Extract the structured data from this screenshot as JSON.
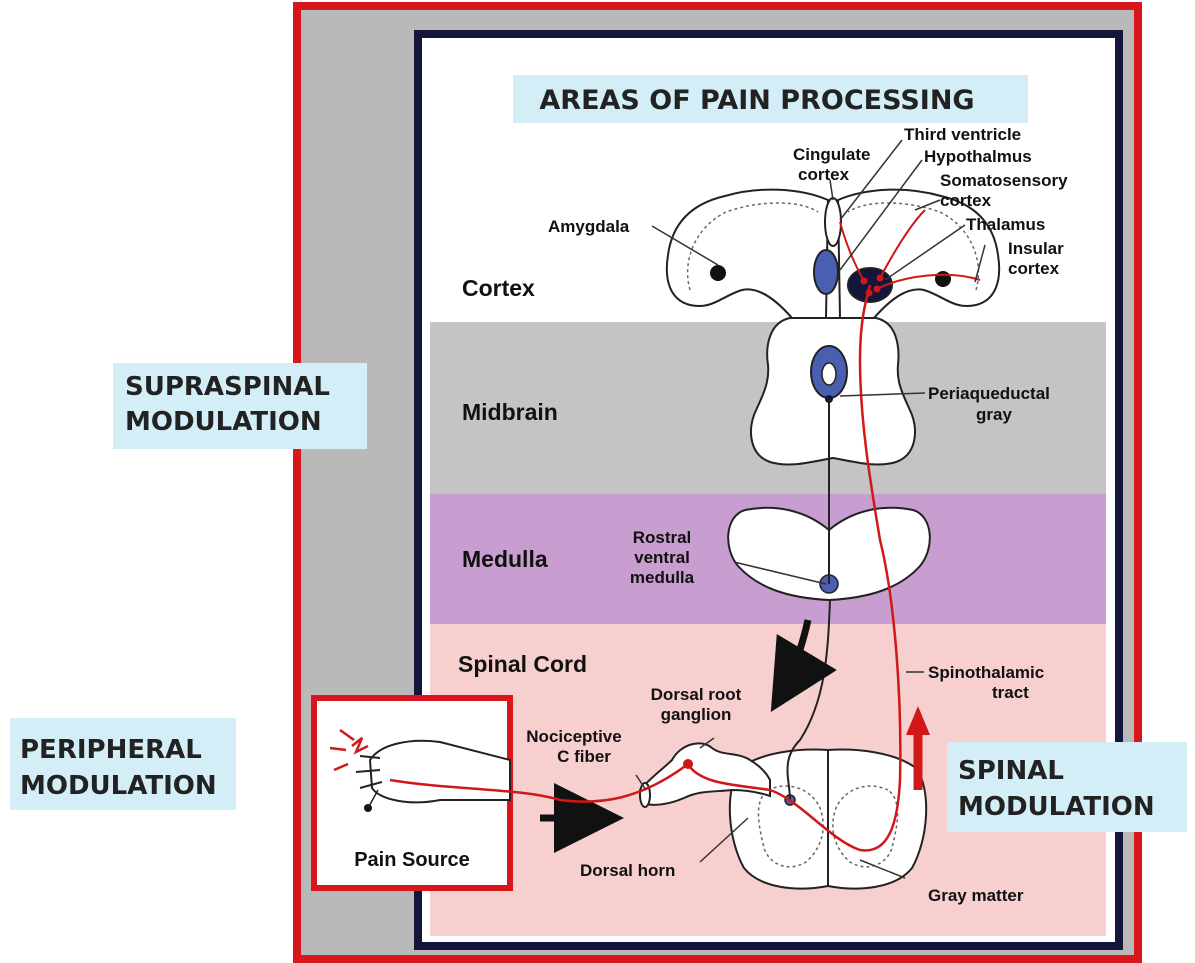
{
  "title": "AREAS OF PAIN PROCESSING",
  "regions": {
    "cortex": "Cortex",
    "midbrain": "Midbrain",
    "medulla": "Medulla",
    "spinal_cord": "Spinal Cord"
  },
  "modulation": {
    "supraspinal": [
      "SUPRASPINAL",
      "MODULATION"
    ],
    "peripheral": [
      "PERIPHERAL",
      "MODULATION"
    ],
    "spinal": [
      "SPINAL",
      "MODULATION"
    ]
  },
  "labels": {
    "third_ventricle": "Third ventricle",
    "cingulate": [
      "Cingulate",
      "cortex"
    ],
    "hypothalmus": "Hypothalmus",
    "somatosensory": [
      "Somatosensory",
      "cortex"
    ],
    "thalamus": "Thalamus",
    "insular": [
      "Insular",
      "cortex"
    ],
    "amygdala": "Amygdala",
    "periaqueductal": [
      "Periaqueductal",
      "gray"
    ],
    "rostral": [
      "Rostral",
      "ventral",
      "medulla"
    ],
    "spinothalamic": [
      "Spinothalamic",
      "tract"
    ],
    "dorsal_root": [
      "Dorsal root",
      "ganglion"
    ],
    "nociceptive": [
      "Nociceptive",
      "C fiber"
    ],
    "dorsal_horn": "Dorsal horn",
    "gray_matter": "Gray matter",
    "pain_source": "Pain Source"
  },
  "colors": {
    "outer_frame": "#d8161b",
    "gray_panel": "#b9b9b9",
    "navy_frame": "#13153a",
    "cortex_bg": "#ffffff",
    "midbrain_bg": "#c4c4c4",
    "medulla_bg": "#c79ecf",
    "spinal_bg": "#f7cfcf",
    "label_box": "#d4eef8",
    "pathway": "#d01818",
    "nucleus": "#4a5fb0"
  }
}
